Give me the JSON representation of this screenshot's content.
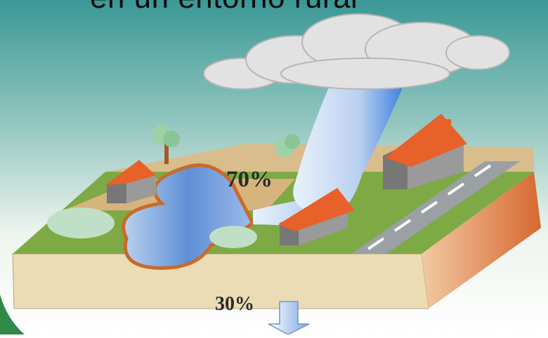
{
  "title_fragment": "en un entorno rural",
  "labels": {
    "runoff_percent": "70%",
    "infiltration_percent": "30%"
  },
  "colors": {
    "background_top": "#3d9a9a",
    "background_bottom": "#f4f7f2",
    "water": "#5f8fd6",
    "roof": "#e8602a",
    "soil": "#e9d9b5",
    "grass": "#6f9e3a",
    "road": "#9aa0a4"
  }
}
